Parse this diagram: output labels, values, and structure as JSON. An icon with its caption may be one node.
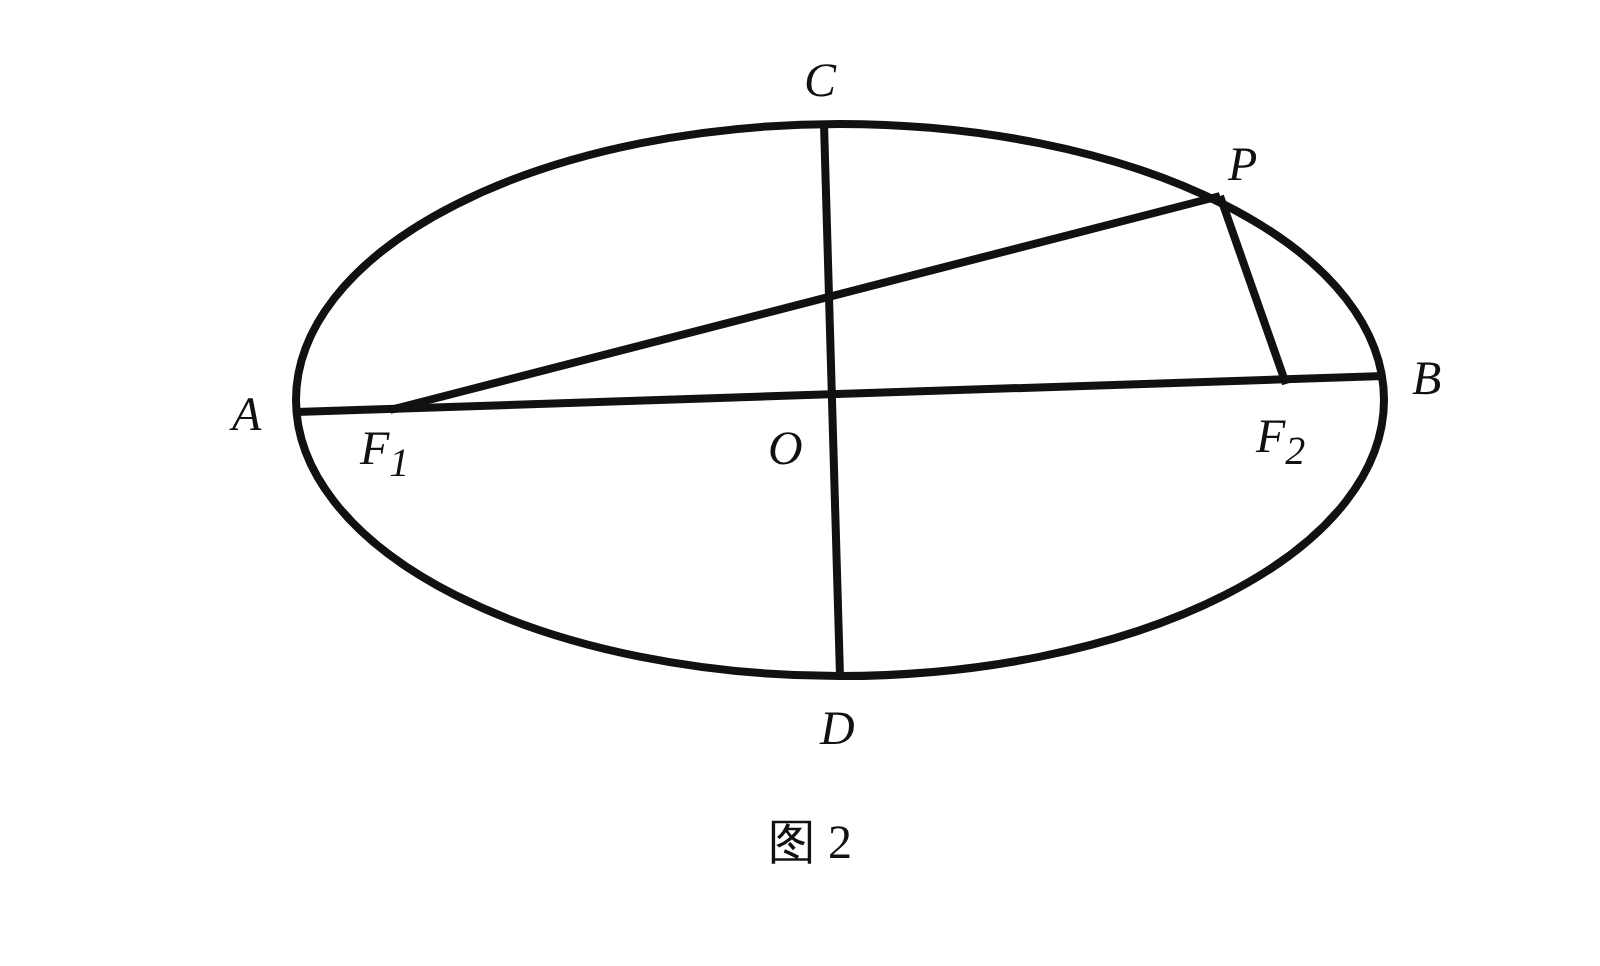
{
  "diagram": {
    "caption": "图 2",
    "nodes": [
      {
        "text": [
          "C"
        ]
      },
      {
        "text": [
          "P"
        ]
      },
      {
        "text": [
          "A"
        ]
      },
      {
        "text": [
          "B"
        ]
      },
      {
        "text": [
          "F$_{1}$"
        ]
      },
      {
        "text": [
          "O"
        ]
      },
      {
        "text": [
          "F$_{2}$"
        ]
      },
      {
        "text": [
          "D"
        ]
      }
    ],
    "edges": [
      {
        "from": 2,
        "to": 3,
        "arrow": "none"
      },
      {
        "from": 0,
        "to": 7,
        "arrow": "none"
      },
      {
        "from": 4,
        "to": 1,
        "arrow": "none"
      },
      {
        "from": 1,
        "to": 6,
        "arrow": "none"
      }
    ]
  }
}
